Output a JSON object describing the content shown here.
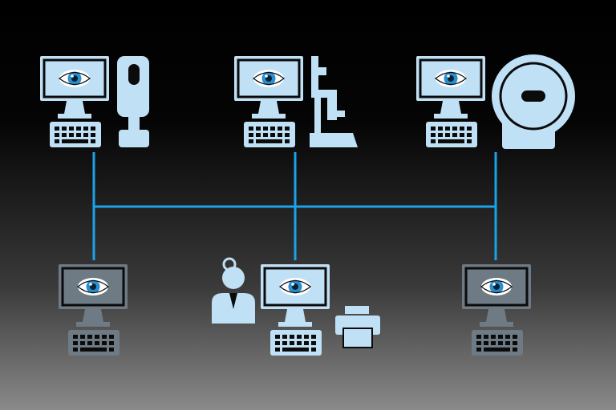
{
  "colors": {
    "background_top": "#000000",
    "background_bottom": "#8a8a8a",
    "device_active": "#bfe0f5",
    "device_dim": "#6e7a84",
    "link": "#1aa3e8",
    "iris": "#2a8fd0",
    "pupil": "#0a2230"
  },
  "nodes": [
    {
      "name": "workstation-with-fundus-camera",
      "icons": [
        "monitor-eye-icon",
        "keyboard-icon",
        "fundus-camera-icon"
      ],
      "state": "active"
    },
    {
      "name": "workstation-with-slit-lamp",
      "icons": [
        "monitor-eye-icon",
        "keyboard-icon",
        "slit-lamp-icon"
      ],
      "state": "active"
    },
    {
      "name": "workstation-with-oct-scanner",
      "icons": [
        "monitor-eye-icon",
        "keyboard-icon",
        "oct-scanner-icon"
      ],
      "state": "active"
    },
    {
      "name": "remote-workstation-left",
      "icons": [
        "monitor-eye-icon",
        "keyboard-icon"
      ],
      "state": "dimmed"
    },
    {
      "name": "doctor-workstation",
      "icons": [
        "doctor-icon",
        "monitor-eye-icon",
        "keyboard-icon",
        "printer-icon"
      ],
      "state": "active"
    },
    {
      "name": "remote-workstation-right",
      "icons": [
        "monitor-eye-icon",
        "keyboard-icon"
      ],
      "state": "dimmed"
    }
  ]
}
